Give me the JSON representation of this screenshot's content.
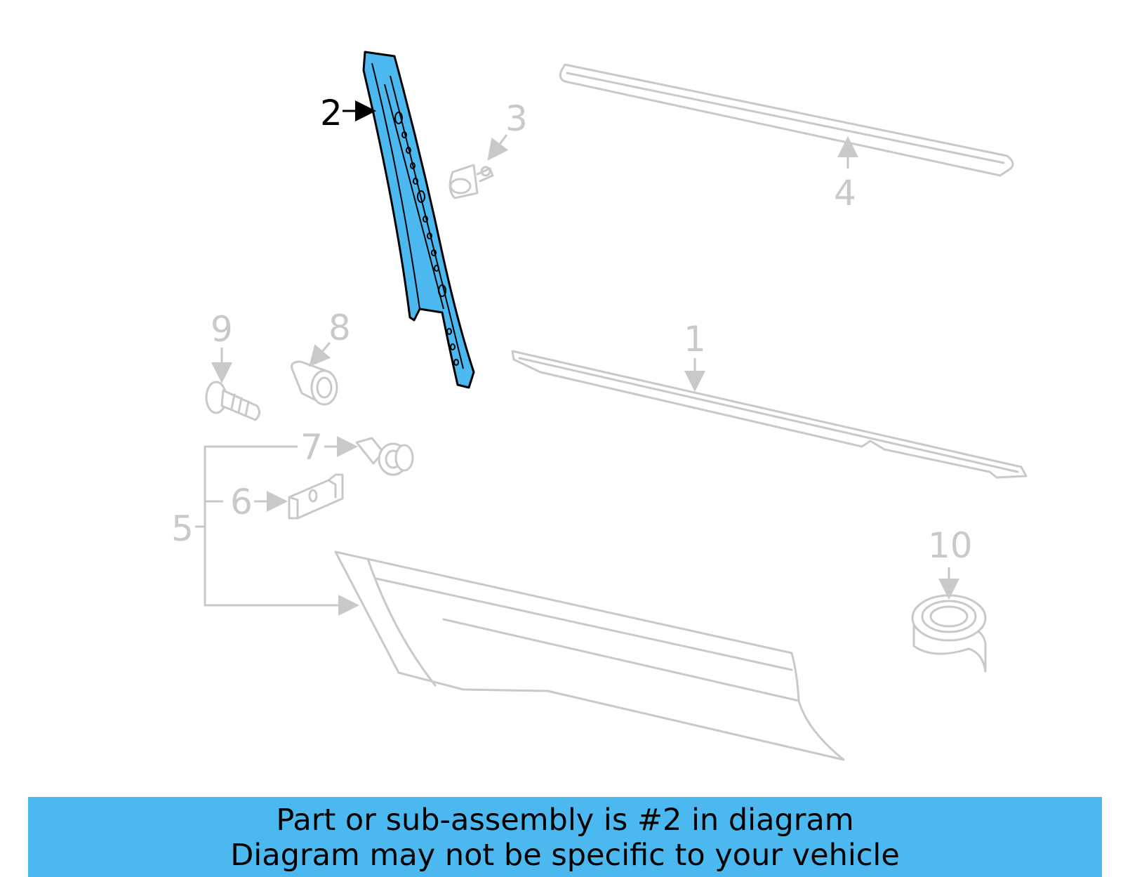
{
  "diagram": {
    "highlight_color": "#4cb8f0",
    "line_color": "#c9c9c9",
    "callouts": {
      "c1": "1",
      "c2": "2",
      "c3": "3",
      "c4": "4",
      "c5": "5",
      "c6": "6",
      "c7": "7",
      "c8": "8",
      "c9": "9",
      "c10": "10"
    },
    "highlighted_part": "2"
  },
  "banner": {
    "line1": "Part or sub-assembly is #2 in diagram",
    "line2": "Diagram may not be specific to your vehicle",
    "background": "#4cb8f0"
  }
}
